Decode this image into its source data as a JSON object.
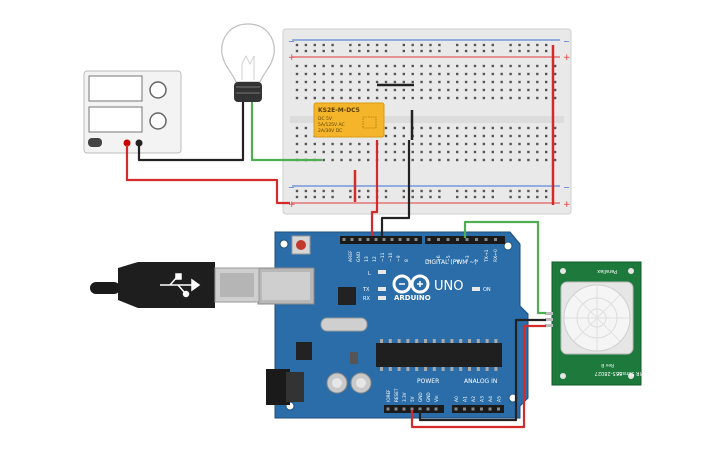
{
  "relay": {
    "model": "KS2E-M-DC5",
    "line1": "DC 5V",
    "line2": "5A/125V AC",
    "line3": "2A/30V DC"
  },
  "arduino": {
    "logo": "ARDUINO",
    "model": "UNO",
    "digital_label": "DIGITAL (PWM ~)",
    "power_label": "POWER",
    "analog_label": "ANALOG IN",
    "on_label": "ON",
    "led_l": "L",
    "led_tx": "TX",
    "led_rx": "RX",
    "header_top": [
      "AREF",
      "GND",
      "13",
      "12",
      "~11",
      "~10",
      "~9",
      "8",
      "7",
      "~6",
      "~5",
      "4",
      "~3",
      "2",
      "TX→1",
      "RX←0"
    ],
    "header_power": [
      "IOREF",
      "RESET",
      "3.3V",
      "5V",
      "GND",
      "GND",
      "Vin"
    ],
    "header_analog": [
      "A0",
      "A1",
      "A2",
      "A3",
      "A4",
      "A5"
    ]
  },
  "pir": {
    "top_label": "Parallax",
    "bottom_label1": "PIR Sensor",
    "bottom_label2": "555-28027",
    "rev": "Rev B"
  },
  "colors": {
    "board": "#2b6da8",
    "relay": "#f4b52a",
    "pir": "#1e7a3c",
    "wire_red": "#d42a2a",
    "wire_black": "#222222",
    "wire_green": "#4fae4f",
    "rail_red": "#e03a3a",
    "rail_blue": "#3a6fd8"
  }
}
